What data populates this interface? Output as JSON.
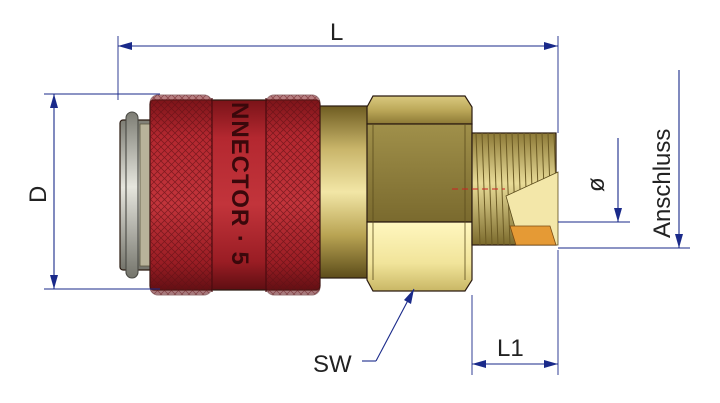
{
  "drawing": {
    "part": "quick-coupling-socket",
    "colors": {
      "sleeve": "#b3252c",
      "sleeve_dark": "#6e1116",
      "brass": "#c8b263",
      "brass_light": "#eee08f",
      "brass_dark": "#8f7a36",
      "steel": "#b9b9b0",
      "dimension_line": "#1a2a8a"
    },
    "engraving": "NNECTOR · 5",
    "dimensions": {
      "L": "L",
      "D": "D",
      "SW": "SW",
      "L1": "L1",
      "diameter": "ø",
      "connection": "Anschluss"
    }
  }
}
